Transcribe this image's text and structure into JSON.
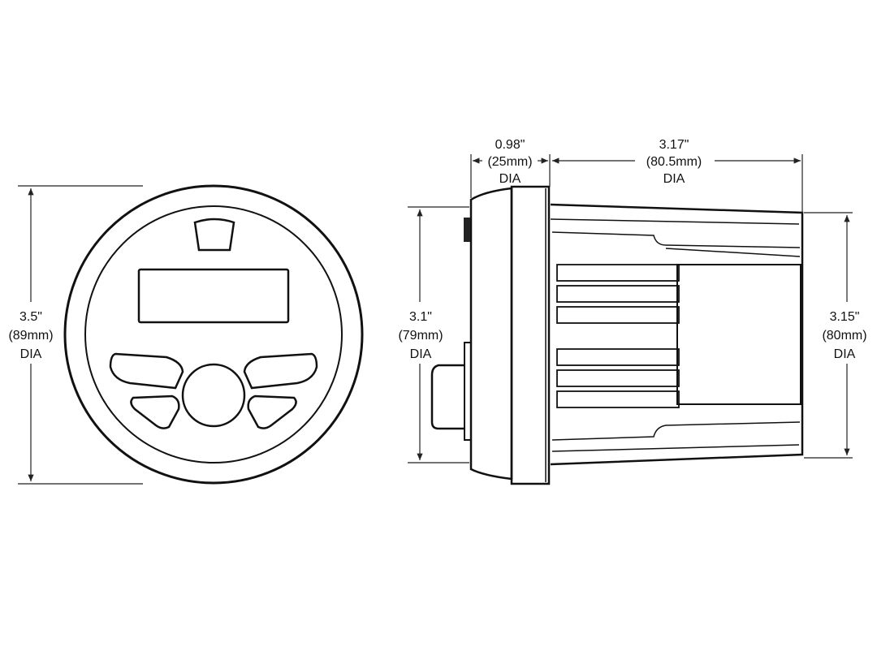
{
  "front_view": {
    "height_in": "3.5\"",
    "height_mm": "(89mm)",
    "height_label": "DIA"
  },
  "side_view": {
    "bezel_depth_in": "0.98\"",
    "bezel_depth_mm": "(25mm)",
    "bezel_depth_label": "DIA",
    "body_depth_in": "3.17\"",
    "body_depth_mm": "(80.5mm)",
    "body_depth_label": "DIA",
    "cutout_in": "3.1\"",
    "cutout_mm": "(79mm)",
    "cutout_label": "DIA",
    "body_dia_in": "3.15\"",
    "body_dia_mm": "(80mm)",
    "body_dia_label": "DIA"
  }
}
